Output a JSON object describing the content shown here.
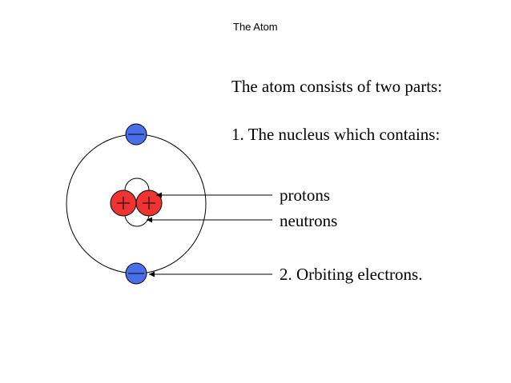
{
  "slide": {
    "title": "The Atom"
  },
  "text": {
    "intro": "The atom consists of two parts:",
    "item1": "1.  The nucleus which contains:",
    "protons": "protons",
    "neutrons": "neutrons",
    "item2": "2.  Orbiting electrons."
  },
  "colors": {
    "proton": "#ee3333",
    "neutron": "#ffffff",
    "electron": "#4a6ee8",
    "line": "#000000"
  }
}
